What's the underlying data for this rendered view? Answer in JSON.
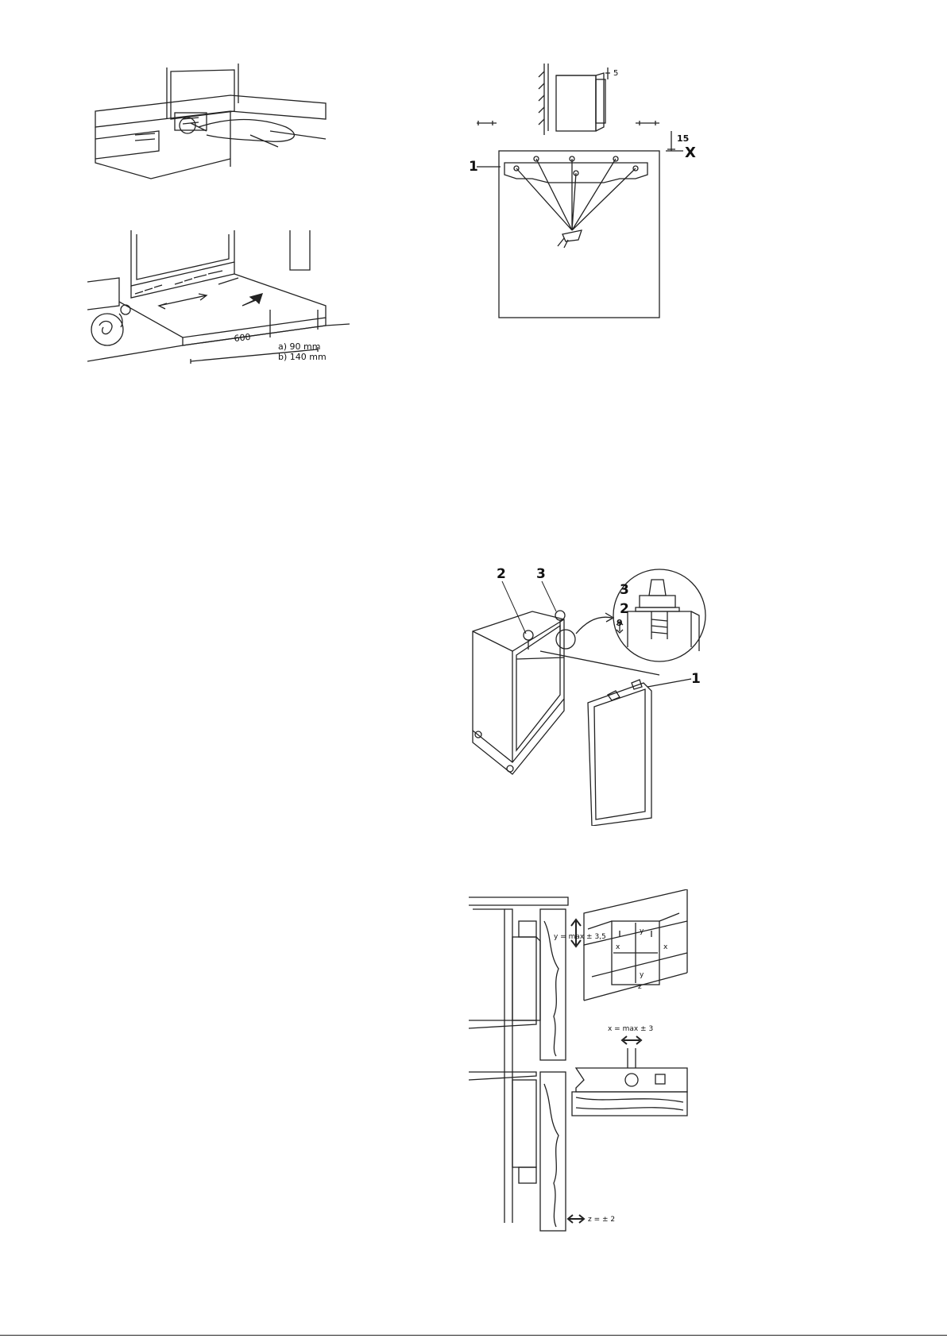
{
  "fig_top_left": {},
  "fig_plinth": {
    "dim_width": "600",
    "dim_a": "a) 90 mm",
    "dim_b": "b) 140 mm"
  },
  "fig_bracket": {
    "dim_top": "5",
    "dim_side": "15",
    "marker_x": "X",
    "callout_1": "1"
  },
  "fig_door": {
    "callout_1": "1",
    "callout_2": "2",
    "callout_3": "3",
    "zoom_callout_2": "2",
    "zoom_callout_3": "3",
    "dim_9": "9"
  },
  "fig_hinge": {
    "dim_y": "y = max ± 3,5",
    "dim_x": "x = max ± 3",
    "dim_z": "z = ± 2",
    "axis_x1": "x",
    "axis_x2": "x",
    "axis_y1": "y",
    "axis_y2": "y",
    "axis_z": "z"
  }
}
